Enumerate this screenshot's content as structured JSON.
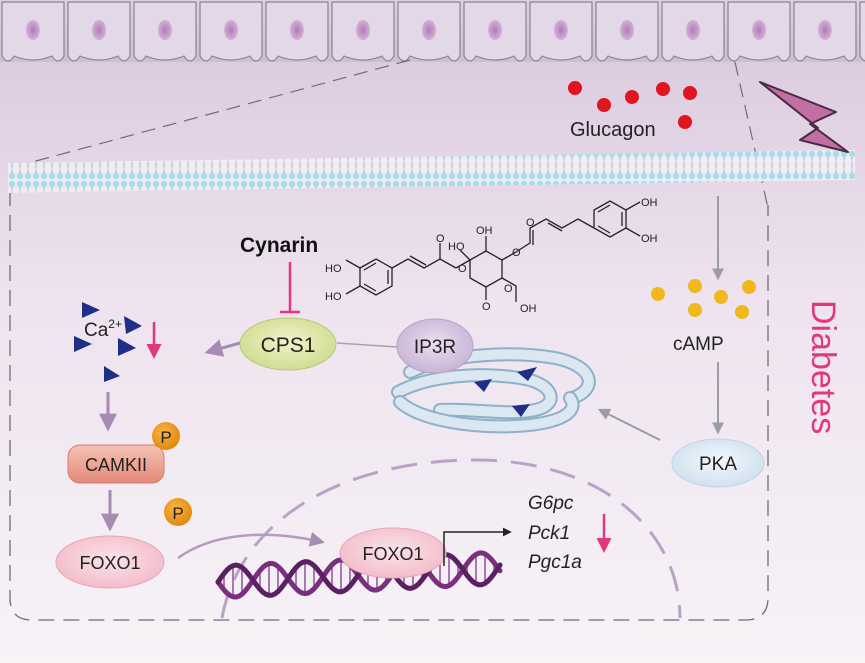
{
  "labels": {
    "glucagon": "Glucagon",
    "cynarin": "Cynarin",
    "ca": "Ca",
    "ca_sup": "2+",
    "camp": "cAMP",
    "pka": "PKA",
    "cps1": "CPS1",
    "ip3r": "IP3R",
    "camkii": "CAMKII",
    "foxo1_cyto": "FOXO1",
    "foxo1_nuc": "FOXO1",
    "p1": "P",
    "p2": "P",
    "diabetes": "Diabetes",
    "genes": [
      "G6pc",
      "Pck1",
      "Pgc1a"
    ]
  },
  "molecule": {
    "oh_labels": [
      "HO",
      "HO",
      "OH",
      "OH",
      "OH",
      "HO",
      "OH"
    ],
    "o_labels": [
      "O",
      "O",
      "O",
      "O",
      "O",
      "O"
    ]
  },
  "colors": {
    "accent": "#e4367f",
    "glucagon_dot": "#e0151f",
    "camp_dot": "#f0b81a",
    "ca_triangle": "#1d2f86",
    "membrane": "#a3dbec",
    "er": "#a9c7dd",
    "dna": "#7a2f7e",
    "phospho": "#eb8f0e"
  }
}
